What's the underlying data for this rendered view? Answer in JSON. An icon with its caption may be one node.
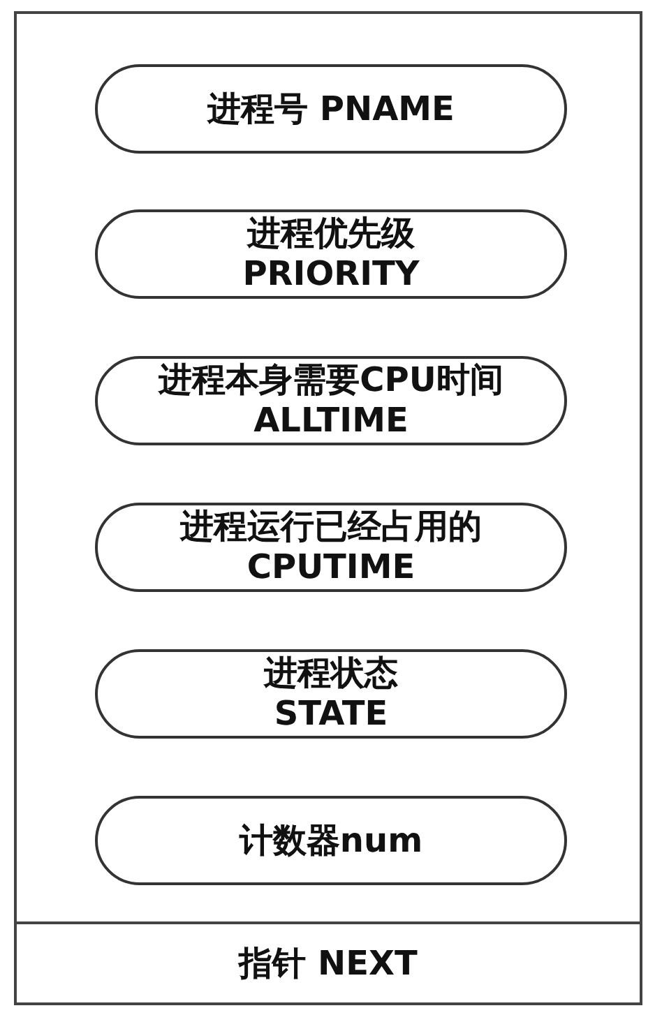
{
  "diagram": {
    "nodes": [
      {
        "text": [],
        "shape": "box"
      },
      {
        "text": [
          "进程号 PNAME"
        ],
        "in": 0
      },
      {
        "text": [
          "进程优先级 PRIORITY"
        ],
        "in": 0
      },
      {
        "text": [
          "进程本身需要CPU时间 ALLTIME"
        ],
        "in": 0
      },
      {
        "text": [
          "进程运行已经占用的 CPUTIME"
        ],
        "in": 0
      },
      {
        "text": [
          "进程状态 STATE"
        ],
        "in": 0
      },
      {
        "text": [
          "计数器num"
        ],
        "in": 0
      },
      {
        "text": [
          "指针 NEXT"
        ],
        "in": 0
      }
    ]
  }
}
